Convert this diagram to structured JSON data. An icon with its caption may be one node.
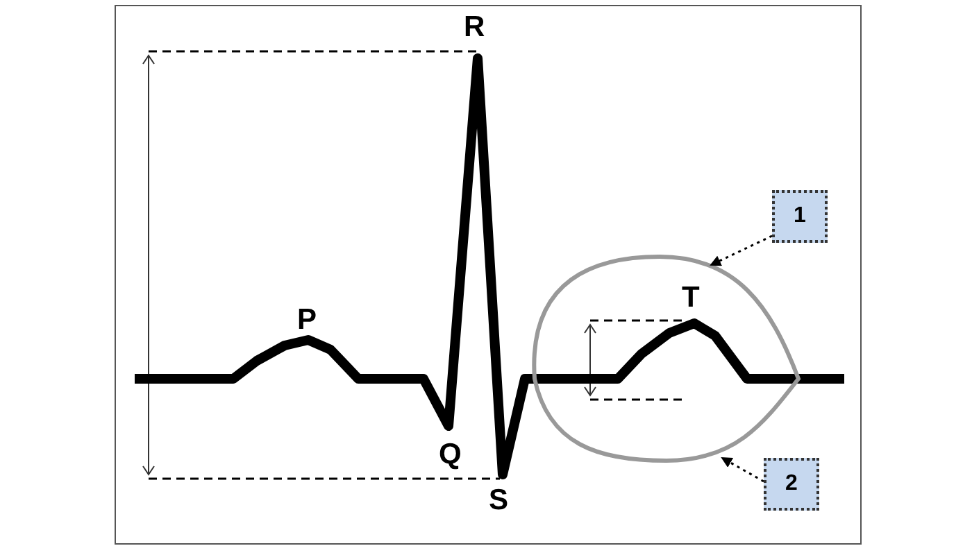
{
  "diagram": {
    "nodes": [
      {
        "text": [
          "1"
        ]
      },
      {
        "text": [
          "2"
        ]
      },
      {
        "text": [],
        "shape": "loop"
      }
    ],
    "edges": [
      {
        "from": 0,
        "to": 2,
        "arrow": "to",
        "style": "dashed"
      },
      {
        "from": 1,
        "to": 2,
        "arrow": "to",
        "style": "dashed"
      }
    ],
    "labels": [
      "R",
      "P",
      "T",
      "Q",
      "S"
    ]
  }
}
